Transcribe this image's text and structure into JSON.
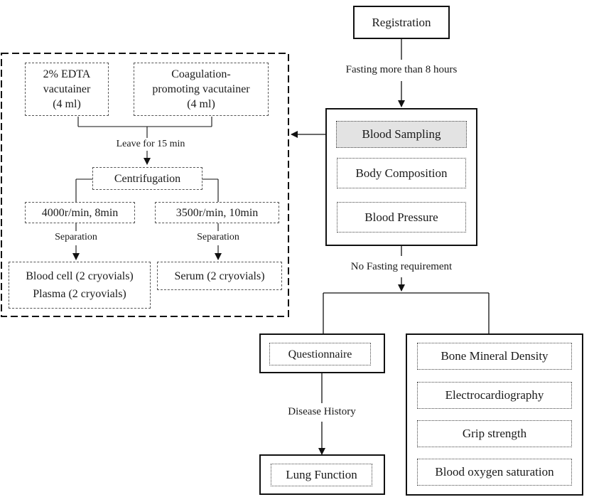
{
  "registration": "Registration",
  "fasting_label": "Fasting more than 8 hours",
  "exam_group": {
    "blood_sampling": "Blood Sampling",
    "body_composition": "Body Composition",
    "blood_pressure": "Blood Pressure"
  },
  "no_fasting_label": "No Fasting requirement",
  "sample_process": {
    "edta_tube": [
      "2% EDTA",
      "vacutainer",
      "(4 ml)"
    ],
    "coag_tube": [
      "Coagulation-",
      "promoting vacutainer",
      "(4 ml)"
    ],
    "leave_label": "Leave for 15 min",
    "centrifugation": "Centrifugation",
    "left_speed": "4000r/min, 8min",
    "right_speed": "3500r/min, 10min",
    "separation_left": "Separation",
    "separation_right": "Separation",
    "left_output": [
      "Blood cell (2 cryovials)",
      "Plasma (2 cryovials)"
    ],
    "right_output": "Serum (2 cryovials)"
  },
  "questionnaire": "Questionnaire",
  "disease_history_label": "Disease History",
  "lung_function": "Lung Function",
  "other_exams": {
    "bone_mineral_density": "Bone Mineral Density",
    "electrocardiography": "Electrocardiography",
    "grip_strength": "Grip strength",
    "blood_oxygen": "Blood oxygen saturation"
  }
}
